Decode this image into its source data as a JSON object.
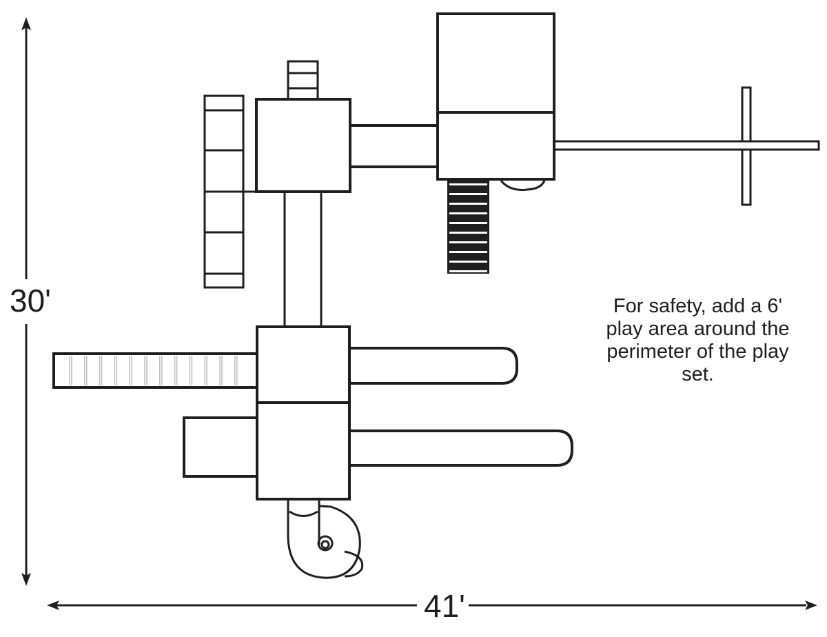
{
  "title": "Play set footprint diagram",
  "dimensions": {
    "height_label": "30'",
    "width_label": "41'"
  },
  "safety_note": "For safety, add a 6' play area around the perimeter of the play set.",
  "components": [
    {
      "id": "upper-left-tower",
      "type": "tower deck"
    },
    {
      "id": "climbing-ramp",
      "type": "stepped ramp",
      "steps": 5
    },
    {
      "id": "top-ladder",
      "type": "ladder"
    },
    {
      "id": "bridge",
      "type": "bridge"
    },
    {
      "id": "main-tower",
      "type": "tower with roof"
    },
    {
      "id": "rock-wall",
      "type": "rock wall",
      "slats": 10
    },
    {
      "id": "swing-beam",
      "type": "swing beam with A-frame"
    },
    {
      "id": "vertical-walkway",
      "type": "walkway"
    },
    {
      "id": "lower-tower-upper",
      "type": "tower deck"
    },
    {
      "id": "lower-tower-lower",
      "type": "tower deck"
    },
    {
      "id": "long-ladder",
      "type": "ladder",
      "rungs": 12
    },
    {
      "id": "side-deck",
      "type": "deck"
    },
    {
      "id": "slide-short",
      "type": "wave slide"
    },
    {
      "id": "slide-long",
      "type": "wave slide"
    },
    {
      "id": "spiral-slide",
      "type": "spiral slide"
    }
  ],
  "colors": {
    "line": "#1e1e1e",
    "background": "#ffffff",
    "rung": "#bdbdbd"
  }
}
